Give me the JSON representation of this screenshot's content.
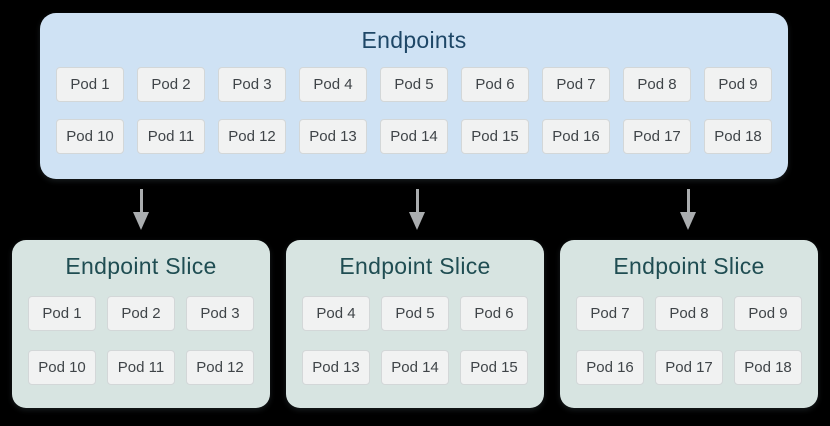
{
  "colors": {
    "background": "#000000",
    "endpoints_fill": "#cfe2f4",
    "endpoints_title": "#1e4767",
    "slice_fill": "#d7e4e1",
    "slice_title": "#1f4d52",
    "pod_fill": "#f1f2f2",
    "pod_border": "#d3d7d8",
    "pod_text": "#3f4448",
    "arrow": "#aaadaf"
  },
  "endpoints": {
    "title": "Endpoints",
    "rows": [
      [
        "Pod 1",
        "Pod 2",
        "Pod 3",
        "Pod 4",
        "Pod 5",
        "Pod 6",
        "Pod 7",
        "Pod 8",
        "Pod 9"
      ],
      [
        "Pod 10",
        "Pod 11",
        "Pod 12",
        "Pod 13",
        "Pod 14",
        "Pod 15",
        "Pod 16",
        "Pod 17",
        "Pod 18"
      ]
    ]
  },
  "arrows": {
    "icon": "down-arrow",
    "count": 3
  },
  "slices": [
    {
      "title": "Endpoint Slice",
      "rows": [
        [
          "Pod 1",
          "Pod 2",
          "Pod 3"
        ],
        [
          "Pod 10",
          "Pod 11",
          "Pod 12"
        ]
      ]
    },
    {
      "title": "Endpoint Slice",
      "rows": [
        [
          "Pod 4",
          "Pod 5",
          "Pod 6"
        ],
        [
          "Pod 13",
          "Pod 14",
          "Pod 15"
        ]
      ]
    },
    {
      "title": "Endpoint Slice",
      "rows": [
        [
          "Pod 7",
          "Pod 8",
          "Pod 9"
        ],
        [
          "Pod 16",
          "Pod 17",
          "Pod 18"
        ]
      ]
    }
  ]
}
